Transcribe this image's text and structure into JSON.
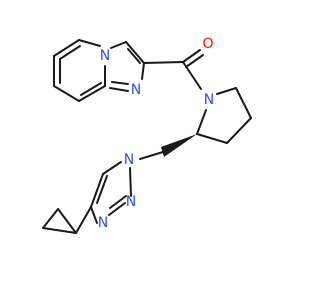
{
  "molecule": {
    "atoms": [
      {
        "id": "o",
        "symbol": "O",
        "color": "#ff0d0d"
      },
      {
        "id": "n_fused",
        "symbol": "N",
        "color": "#3050f8"
      },
      {
        "id": "n_imid",
        "symbol": "N",
        "color": "#3050f8"
      },
      {
        "id": "n_pyr",
        "symbol": "N",
        "color": "#3050f8"
      },
      {
        "id": "n_tri1",
        "symbol": "N",
        "color": "#3050f8"
      },
      {
        "id": "n_tri2",
        "symbol": "N",
        "color": "#3050f8"
      },
      {
        "id": "n_tri3",
        "symbol": "N",
        "color": "#3050f8"
      }
    ],
    "bond_color": "#1a1a1a"
  }
}
